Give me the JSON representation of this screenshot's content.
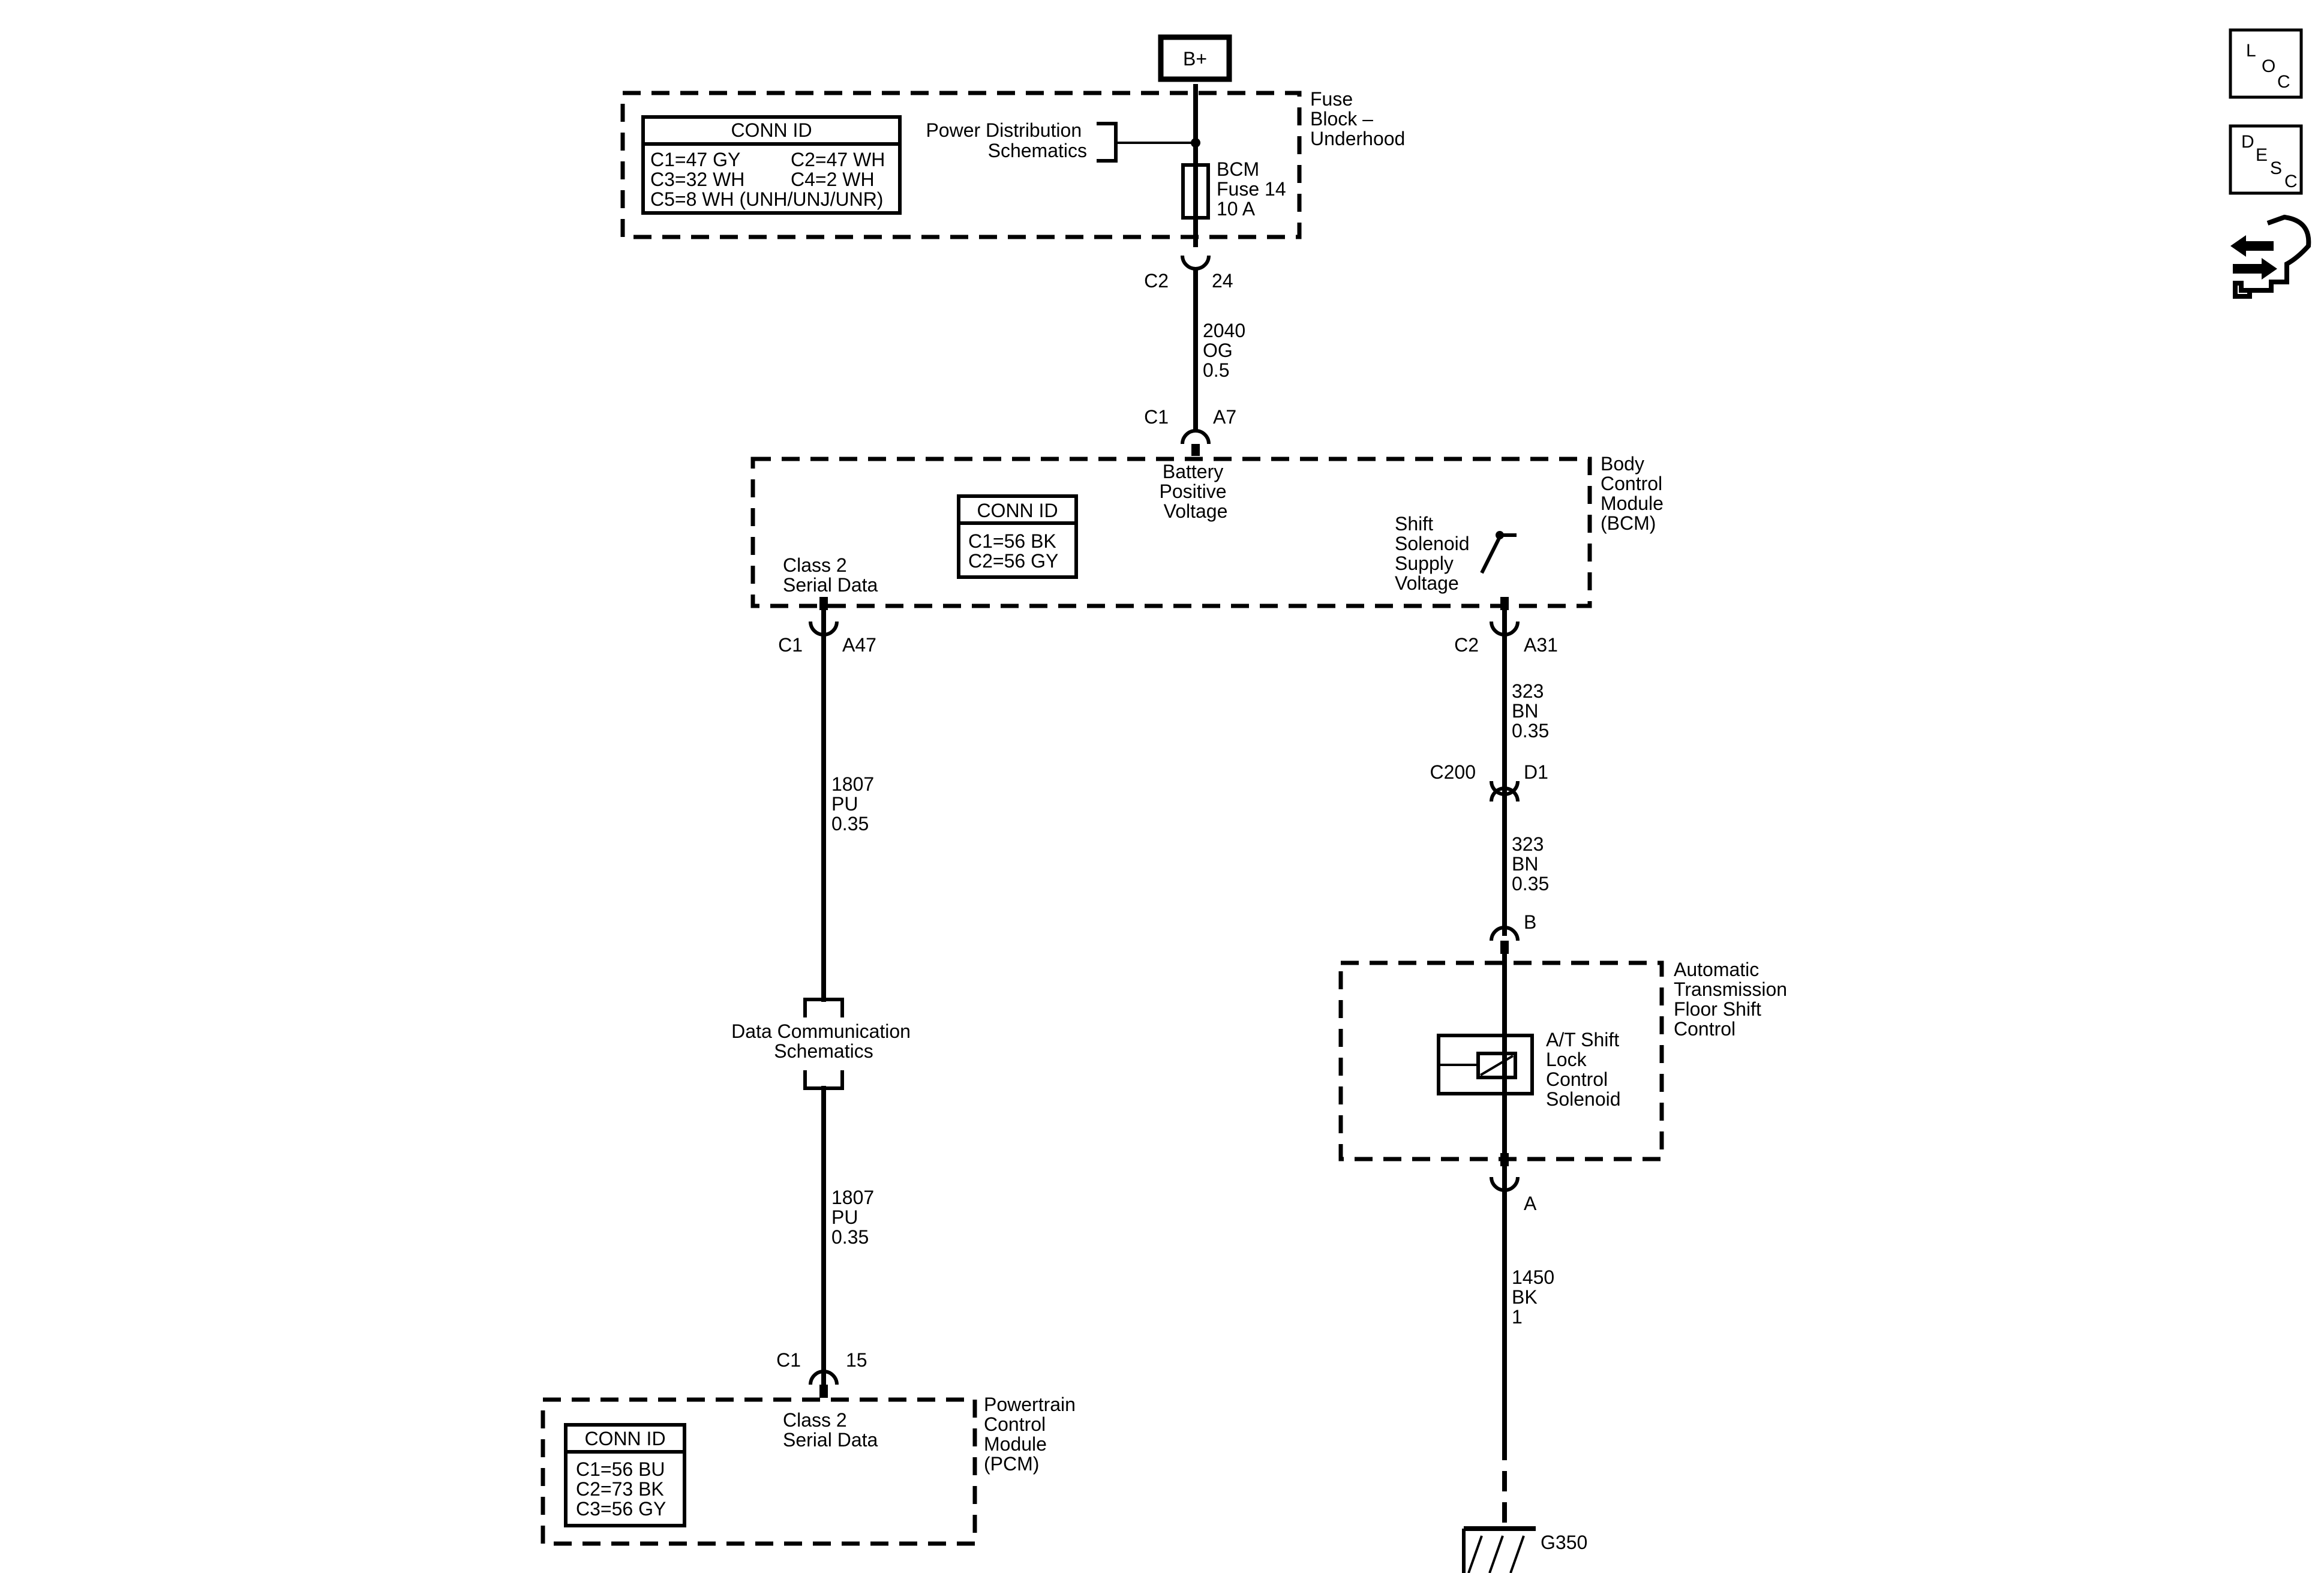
{
  "bplus": "B+",
  "fuse_block": {
    "label": [
      "Fuse",
      "Block –",
      "Underhood"
    ],
    "conn_id_title": "CONN ID",
    "conn_rows": [
      [
        "C1=47 GY",
        "C2=47 WH"
      ],
      [
        "C3=32 WH",
        "C4=2 WH"
      ],
      [
        "C5=8 WH (UNH/UNJ/UNR)",
        ""
      ]
    ],
    "power_dist": [
      "Power Distribution",
      "Schematics"
    ],
    "fuse": [
      "BCM",
      "Fuse 14",
      "10 A"
    ]
  },
  "conn_fuse_out": {
    "left": "C2",
    "right": "24"
  },
  "wire_2040": [
    "2040",
    "OG",
    "0.5"
  ],
  "conn_bcm_in": {
    "left": "C1",
    "right": "A7"
  },
  "bcm": {
    "label": [
      "Body",
      "Control",
      "Module",
      "(BCM)"
    ],
    "battery_voltage": [
      "Battery",
      "Positive",
      "Voltage"
    ],
    "conn_id_title": "CONN ID",
    "conn_rows": [
      "C1=56 BK",
      "C2=56 GY"
    ],
    "class2": [
      "Class 2",
      "Serial Data"
    ],
    "shift_solenoid": [
      "Shift",
      "Solenoid",
      "Supply",
      "Voltage"
    ]
  },
  "conn_bcm_a47": {
    "left": "C1",
    "right": "A47"
  },
  "wire_1807_top": [
    "1807",
    "PU",
    "0.35"
  ],
  "data_comm": [
    "Data Communication",
    "Schematics"
  ],
  "wire_1807_bottom": [
    "1807",
    "PU",
    "0.35"
  ],
  "conn_pcm": {
    "left": "C1",
    "right": "15"
  },
  "pcm": {
    "label": [
      "Powertrain",
      "Control",
      "Module",
      "(PCM)"
    ],
    "class2": [
      "Class 2",
      "Serial Data"
    ],
    "conn_id_title": "CONN ID",
    "conn_rows": [
      "C1=56 BU",
      "C2=73 BK",
      "C3=56 GY"
    ]
  },
  "conn_bcm_a31": {
    "left": "C2",
    "right": "A31"
  },
  "wire_323_top": [
    "323",
    "BN",
    "0.35"
  ],
  "conn_c200": {
    "left": "C200",
    "right": "D1"
  },
  "wire_323_bottom": [
    "323",
    "BN",
    "0.35"
  ],
  "conn_b": "B",
  "at_control": {
    "label": [
      "Automatic",
      "Transmission",
      "Floor Shift",
      "Control"
    ],
    "solenoid": [
      "A/T Shift",
      "Lock",
      "Control",
      "Solenoid"
    ]
  },
  "conn_a": "A",
  "wire_1450": [
    "1450",
    "BK",
    "1"
  ],
  "ground": "G350",
  "icons": {
    "loc": [
      "L",
      "O",
      "C"
    ],
    "desc": [
      "D",
      "E",
      "S",
      "C"
    ],
    "tool": "connector-tool-icon"
  }
}
